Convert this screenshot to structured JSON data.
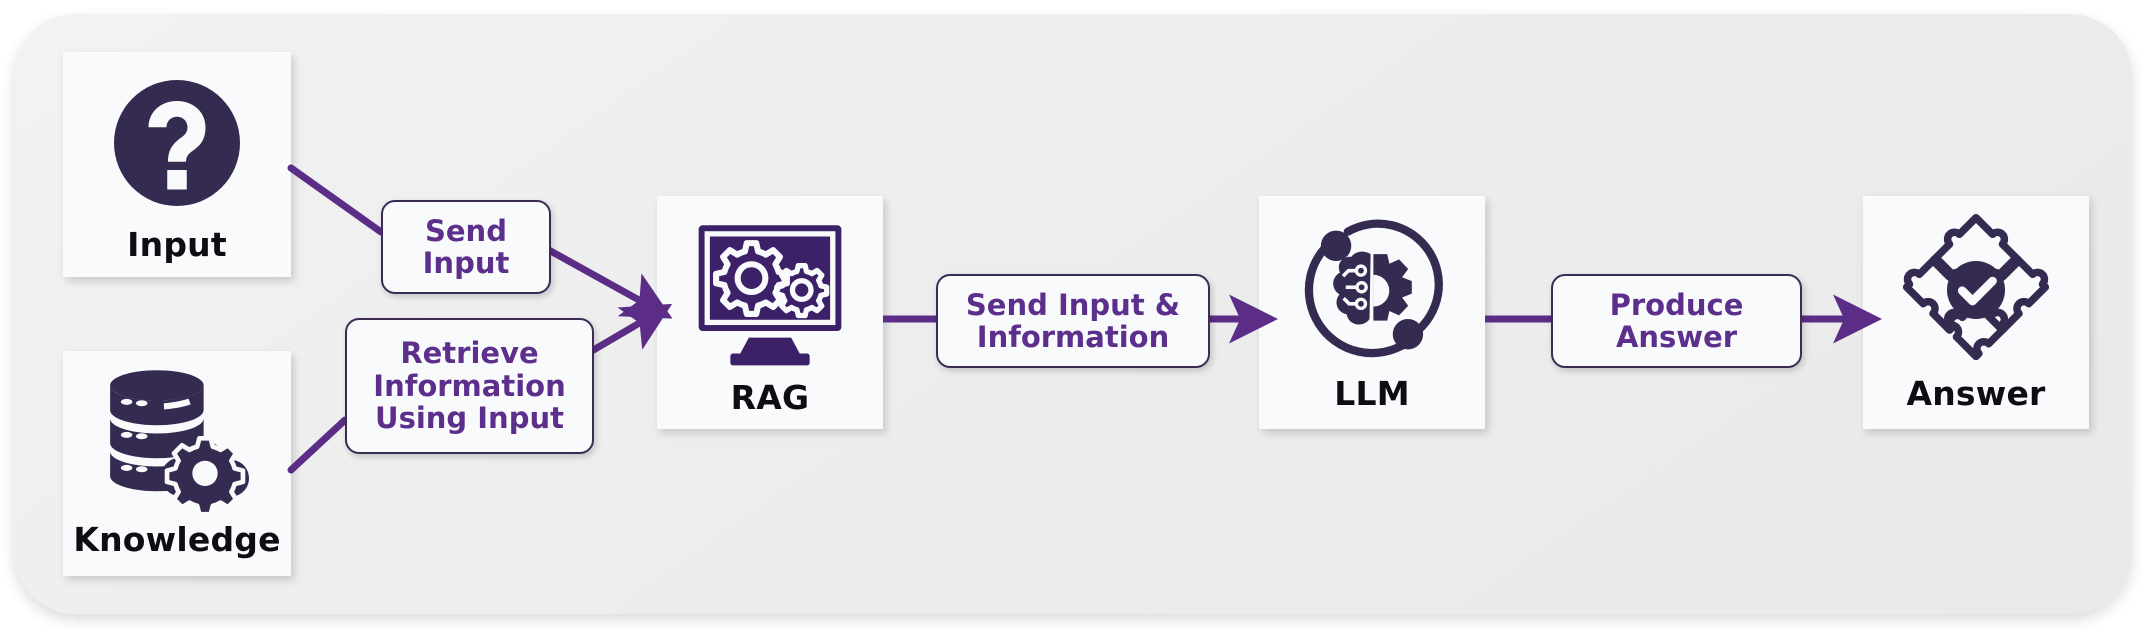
{
  "diagram": {
    "title": "RAG pipeline flow",
    "type": "flow-diagram",
    "colors": {
      "icon_dark": "#352a50",
      "label_text": "#5d2f8c",
      "connector": "#5b2d87",
      "pill_border": "#3c2a57",
      "card_bg": "#f9fafc",
      "panel_bg": "#efefef",
      "caption_text": "#0d0d12"
    }
  },
  "nodes": [
    {
      "id": "input",
      "label": "Input",
      "icon": "question-mark-circle-icon"
    },
    {
      "id": "knowledge",
      "label": "Knowledge",
      "icon": "database-stack-gear-icon"
    },
    {
      "id": "rag",
      "label": "RAG",
      "icon": "monitor-gears-icon"
    },
    {
      "id": "llm",
      "label": "LLM",
      "icon": "ai-brain-gear-circle-icon"
    },
    {
      "id": "answer",
      "label": "Answer",
      "icon": "puzzle-check-icon"
    }
  ],
  "edge_labels": [
    {
      "id": "send-input",
      "lines": [
        "Send",
        "Input"
      ],
      "text": "Send Input"
    },
    {
      "id": "retrieve-info",
      "lines": [
        "Retrieve",
        "Information",
        "Using Input"
      ],
      "text": "Retrieve Information Using Input"
    },
    {
      "id": "send-input-info",
      "lines": [
        "Send Input &",
        "Information"
      ],
      "text": "Send Input & Information"
    },
    {
      "id": "produce-answer",
      "lines": [
        "Produce",
        "Answer"
      ],
      "text": "Produce Answer"
    }
  ],
  "edges": [
    {
      "from": "input",
      "to": "rag",
      "label": "Send Input"
    },
    {
      "from": "knowledge",
      "to": "rag",
      "label": "Retrieve Information Using Input"
    },
    {
      "from": "rag",
      "to": "llm",
      "label": "Send Input & Information"
    },
    {
      "from": "llm",
      "to": "answer",
      "label": "Produce Answer"
    }
  ]
}
